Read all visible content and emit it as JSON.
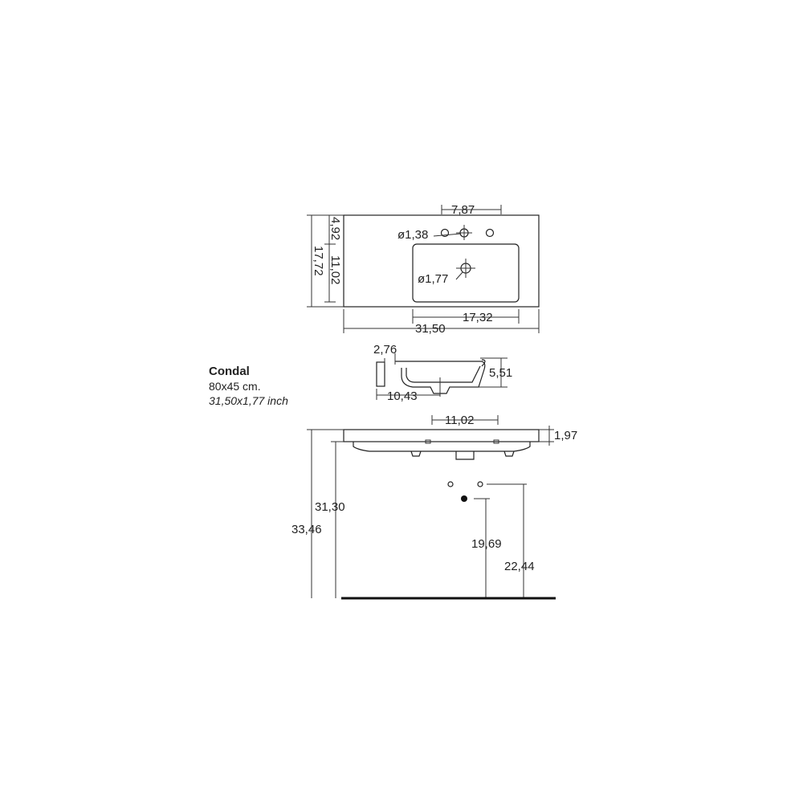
{
  "product": {
    "name": "Condal",
    "size_cm": "80x45 cm.",
    "size_inch": "31,50x1,77 inch"
  },
  "top_view": {
    "dims": {
      "hole_spacing": "7,87",
      "hole_dia_small": "ø1,38",
      "drain_dia": "ø1,77",
      "edge_to_holes": "4,92",
      "basin_depth": "11,02",
      "total_depth": "17,72",
      "basin_width": "17,32",
      "total_width": "31,50"
    }
  },
  "section_view": {
    "dims": {
      "rim": "2,76",
      "height": "5,51",
      "drain_offset": "10,43"
    }
  },
  "front_view": {
    "dims": {
      "hole_spacing": "11,02",
      "thickness": "1,97",
      "underside_height": "31,30",
      "top_height": "33,46",
      "drain_height": "19,69",
      "supply_height": "22,44"
    }
  }
}
